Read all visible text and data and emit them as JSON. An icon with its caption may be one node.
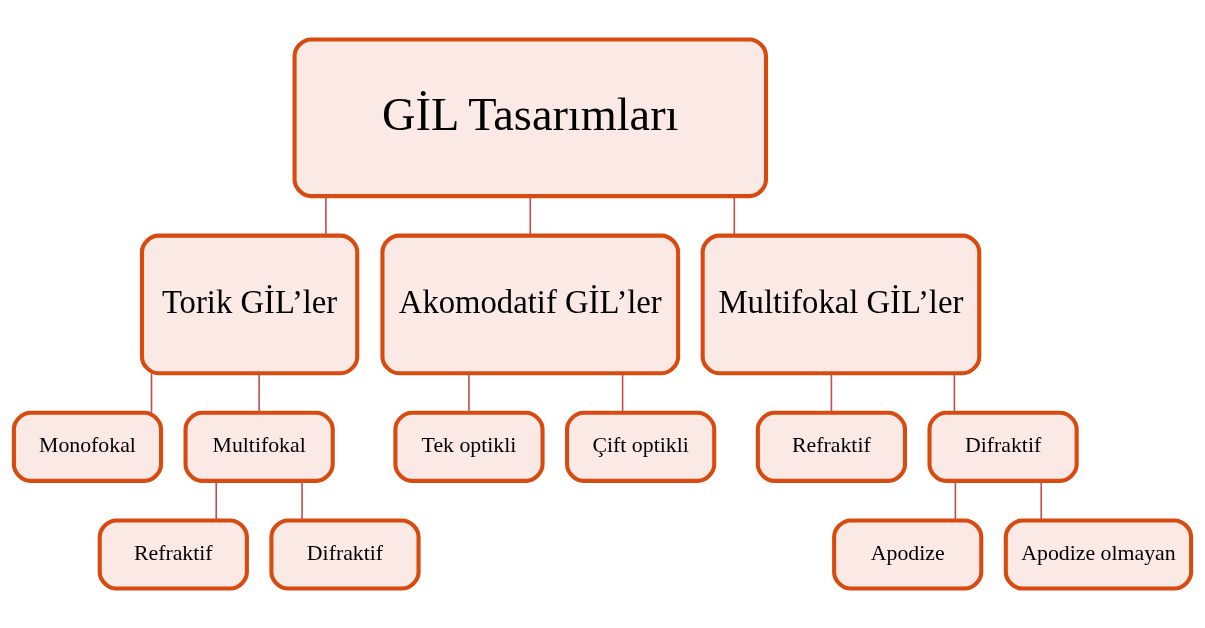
{
  "diagram": {
    "nodes": [
      {
        "text": [
          "GİL Tasarımları"
        ]
      },
      {
        "text": [
          "Torik GİL’ler"
        ]
      },
      {
        "text": [
          "Akomodatif GİL’ler"
        ]
      },
      {
        "text": [
          "Multifokal GİL’ler"
        ]
      },
      {
        "text": [
          "Monofokal"
        ]
      },
      {
        "text": [
          "Multifokal"
        ]
      },
      {
        "text": [
          "Refraktif"
        ]
      },
      {
        "text": [
          "Difraktif"
        ]
      },
      {
        "text": [
          "Tek optikli"
        ]
      },
      {
        "text": [
          "Çift optikli"
        ]
      },
      {
        "text": [
          "Refraktif"
        ]
      },
      {
        "text": [
          "Difraktif"
        ]
      },
      {
        "text": [
          "Apodize"
        ]
      },
      {
        "text": [
          "Apodize olmayan"
        ]
      }
    ],
    "edges": [
      {
        "from": 0,
        "to": 1,
        "arrow": "none"
      },
      {
        "from": 0,
        "to": 2,
        "arrow": "none"
      },
      {
        "from": 0,
        "to": 3,
        "arrow": "none"
      },
      {
        "from": 1,
        "to": 4,
        "arrow": "none"
      },
      {
        "from": 1,
        "to": 5,
        "arrow": "none"
      },
      {
        "from": 5,
        "to": 6,
        "arrow": "none"
      },
      {
        "from": 5,
        "to": 7,
        "arrow": "none"
      },
      {
        "from": 2,
        "to": 8,
        "arrow": "none"
      },
      {
        "from": 2,
        "to": 9,
        "arrow": "none"
      },
      {
        "from": 3,
        "to": 10,
        "arrow": "none"
      },
      {
        "from": 3,
        "to": 11,
        "arrow": "none"
      },
      {
        "from": 11,
        "to": 12,
        "arrow": "none"
      },
      {
        "from": 11,
        "to": 13,
        "arrow": "none"
      }
    ]
  }
}
